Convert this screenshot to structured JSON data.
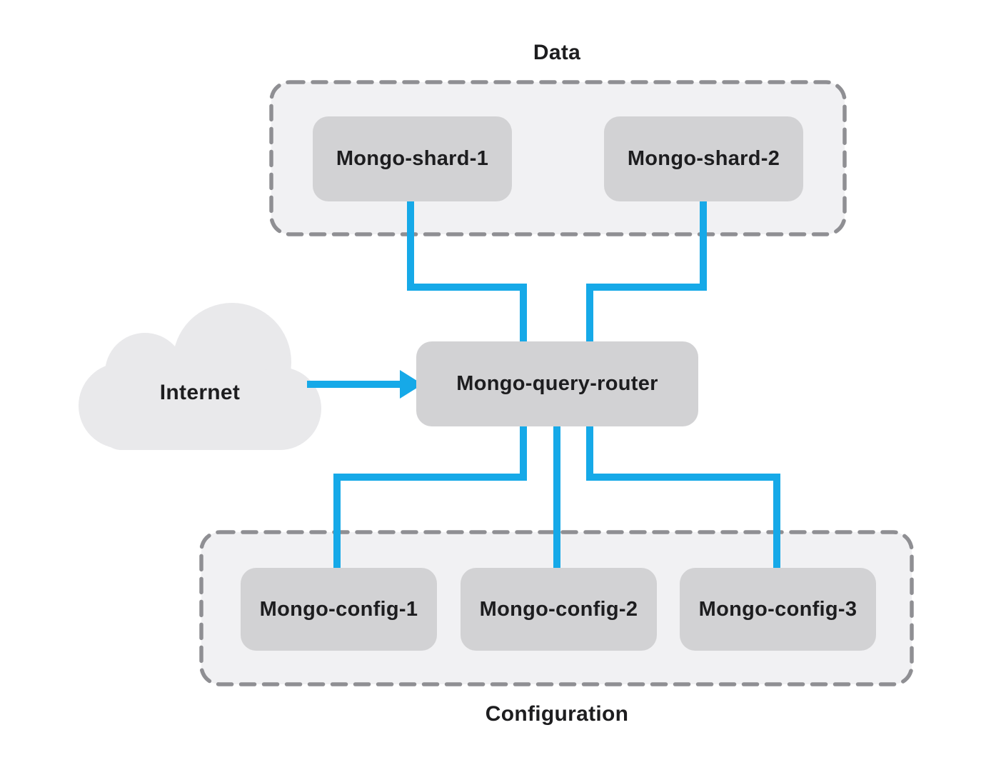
{
  "diagram": {
    "labels": {
      "data_group": "Data",
      "config_group": "Configuration",
      "cloud": "Internet"
    },
    "nodes": {
      "shard1": {
        "label": "Mongo-shard-1"
      },
      "shard2": {
        "label": "Mongo-shard-2"
      },
      "router": {
        "label": "Mongo-query-router"
      },
      "config1": {
        "label": "Mongo-config-1"
      },
      "config2": {
        "label": "Mongo-config-2"
      },
      "config3": {
        "label": "Mongo-config-3"
      }
    },
    "groups": [
      {
        "name": "Data",
        "members": [
          "Mongo-shard-1",
          "Mongo-shard-2"
        ]
      },
      {
        "name": "Configuration",
        "members": [
          "Mongo-config-1",
          "Mongo-config-2",
          "Mongo-config-3"
        ]
      }
    ],
    "edges": [
      {
        "from": "Internet",
        "to": "Mongo-query-router",
        "directed": true
      },
      {
        "from": "Mongo-shard-1",
        "to": "Mongo-query-router",
        "directed": false
      },
      {
        "from": "Mongo-shard-2",
        "to": "Mongo-query-router",
        "directed": false
      },
      {
        "from": "Mongo-query-router",
        "to": "Mongo-config-1",
        "directed": false
      },
      {
        "from": "Mongo-query-router",
        "to": "Mongo-config-2",
        "directed": false
      },
      {
        "from": "Mongo-query-router",
        "to": "Mongo-config-3",
        "directed": false
      }
    ],
    "colors": {
      "connector_blue": "#16a9e8",
      "node_fill": "#d2d2d4",
      "group_fill": "#f1f1f3",
      "group_border": "#8f8f93",
      "cloud_fill": "#e9e9eb",
      "text": "#1d1d1f",
      "background": "#ffffff"
    }
  }
}
